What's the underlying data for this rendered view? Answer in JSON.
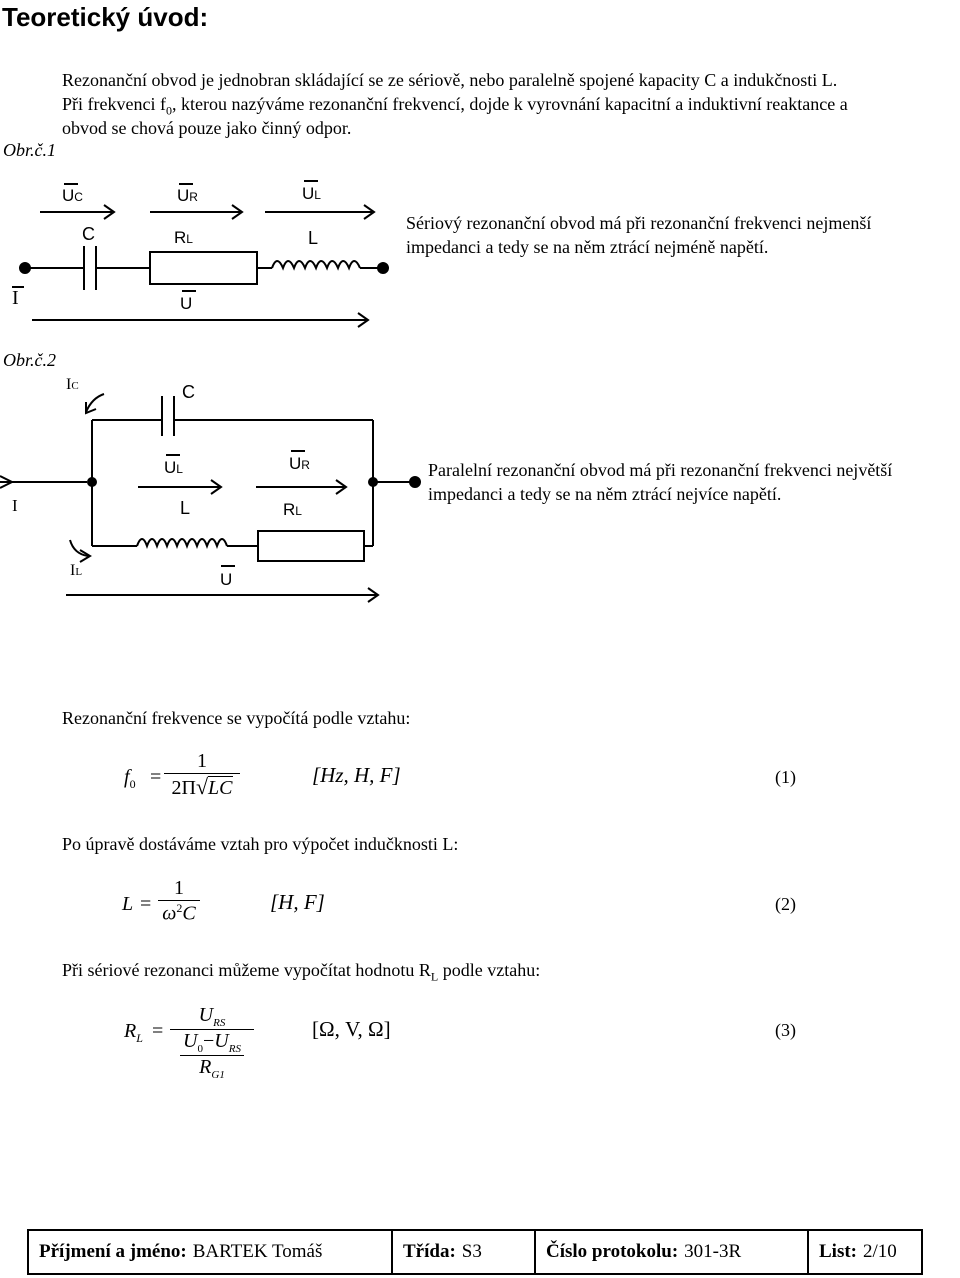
{
  "heading": "Teoretický úvod:",
  "intro": {
    "line1": "Rezonanční obvod je jednobran skládající se ze sériově, nebo paralelně spojené kapacity C a indukčnosti L.",
    "line2_a": "Při frekvenci f",
    "line2_sub": "0",
    "line2_b": ", kterou nazýváme rezonanční frekvencí, dojde k vyrovnání kapacitní a induktivní reaktance a",
    "line3": "obvod se chová pouze jako činný odpor."
  },
  "fig1": {
    "caption": "Obr.č.1",
    "uc": "U",
    "uc_sub": "C",
    "ur": "U",
    "ur_sub": "R",
    "ul": "U",
    "ul_sub": "L",
    "c": "C",
    "rl": "R",
    "rl_sub": "L",
    "l": "L",
    "i": "I",
    "u": "U",
    "desc1": "Sériový rezonanční obvod má při rezonanční frekvenci nejmenší",
    "desc2": "impedanci a tedy se na něm ztrácí nejméně napětí."
  },
  "fig2": {
    "caption": "Obr.č.2",
    "ic": "I",
    "ic_sub": "C",
    "c": "C",
    "ul": "U",
    "ul_sub": "L",
    "ur": "U",
    "ur_sub": "R",
    "l": "L",
    "rl": "R",
    "rl_sub": "L",
    "i": "I",
    "il": "I",
    "il_sub": "L",
    "u": "U",
    "desc1": "Paralelní rezonanční obvod má při rezonanční frekvenci největší",
    "desc2": "impedanci a tedy se na něm ztrácí nejvíce napětí."
  },
  "formula_intro": "Rezonanční frekvence se vypočítá podle vztahu:",
  "eq1": {
    "lhs": "f",
    "lhs_sub": "0",
    "eq": "=",
    "num": "1",
    "den_a": "2Π",
    "den_root": "LC",
    "units": "[Hz, H, F]",
    "no": "(1)"
  },
  "formula2_intro": "Po úpravě dostáváme vztah pro výpočet indučknosti L:",
  "eq2": {
    "lhs": "L",
    "eq": "=",
    "num": "1",
    "den_a": "ω",
    "den_sup": "2",
    "den_b": "C",
    "units": "[H, F]",
    "no": "(2)"
  },
  "formula3_intro_a": "Při sériové rezonanci můžeme vypočítat hodnotu R",
  "formula3_intro_sub": "L",
  "formula3_intro_b": " podle vztahu:",
  "eq3": {
    "lhs": "R",
    "lhs_sub": "L",
    "eq": "=",
    "num": "U",
    "num_sub": "RS",
    "den1_a": "U",
    "den1_sub_a": "0",
    "den1_minus": "−",
    "den1_b": "U",
    "den1_sub_b": "RS",
    "den2": "R",
    "den2_sub": "G1",
    "units": "[Ω, V, Ω]",
    "no": "(3)"
  },
  "footer": {
    "name_label": "Příjmení a jméno:",
    "name_value": "BARTEK Tomáš",
    "class_label": "Třída:",
    "class_value": "S3",
    "protocol_label": "Číslo protokolu:",
    "protocol_value": "301-3R",
    "sheet_label": "List:",
    "sheet_value": "2/10"
  }
}
